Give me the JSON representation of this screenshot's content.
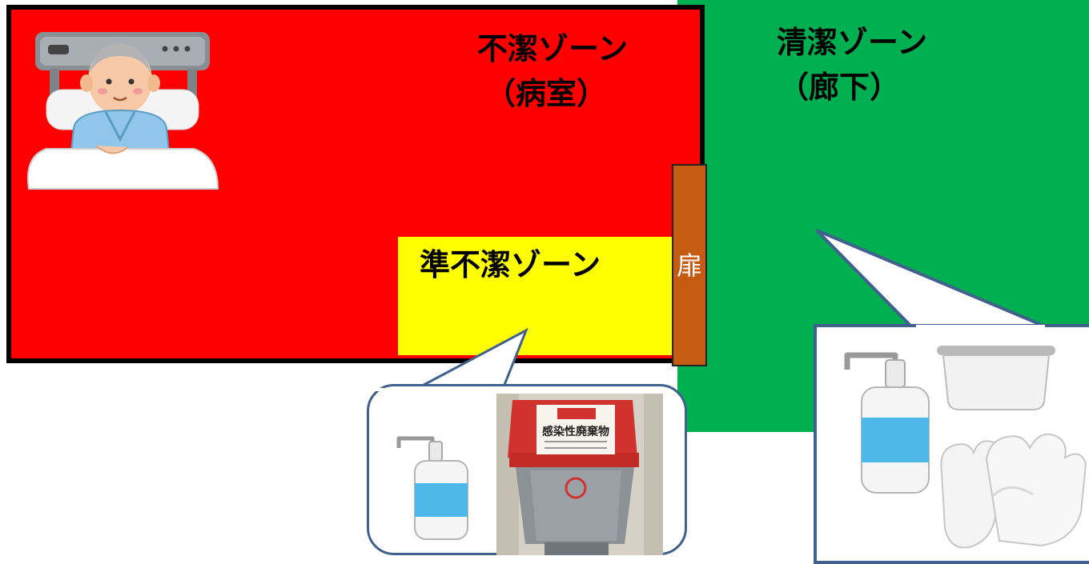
{
  "zones": {
    "dirty": {
      "title": "不潔ゾーン",
      "subtitle": "（病室）",
      "color": "#ff0000"
    },
    "clean": {
      "title": "清潔ゾーン",
      "subtitle": "（廊下）",
      "color": "#00b050"
    },
    "semi_dirty": {
      "title": "準不潔ゾーン",
      "color": "#ffff00"
    }
  },
  "door": {
    "label": "扉",
    "color": "#c55a11"
  },
  "bin": {
    "label": "感染性廃棄物"
  },
  "icons": [
    "patient-bed-icon",
    "hand-sanitizer-icon",
    "infectious-waste-bin-icon",
    "basin-icon",
    "gloves-icon"
  ]
}
